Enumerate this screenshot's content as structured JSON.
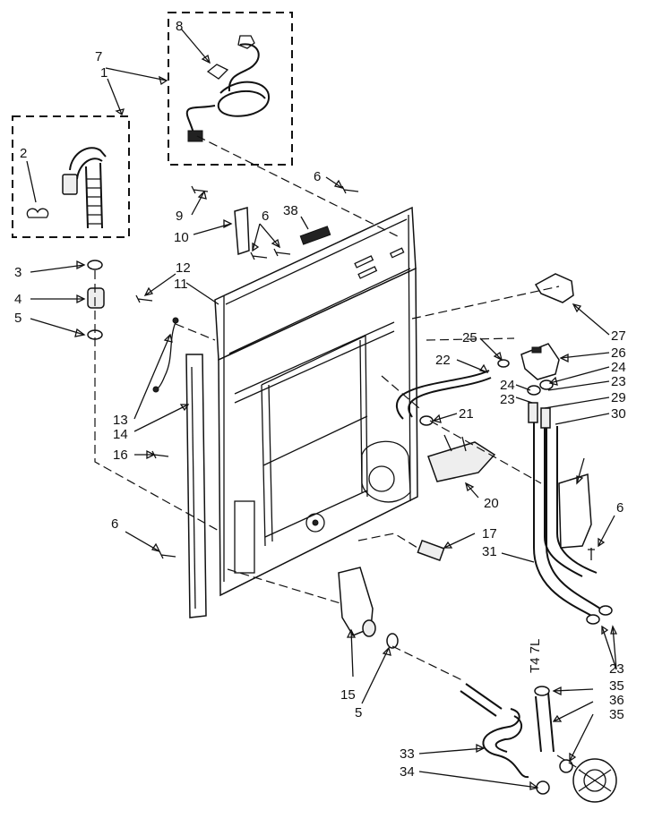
{
  "diagram": {
    "callouts": {
      "c1": "1",
      "c2": "2",
      "c3": "3",
      "c4": "4",
      "c5a": "5",
      "c5b": "5",
      "c6a": "6",
      "c6b": "6",
      "c6c": "6",
      "c6d": "6",
      "c7": "7",
      "c8": "8",
      "c9": "9",
      "c10": "10",
      "c11": "11",
      "c12": "12",
      "c13": "13",
      "c14": "14",
      "c15": "15",
      "c16": "16",
      "c17": "17",
      "c20": "20",
      "c21": "21",
      "c22": "22",
      "c23a": "23",
      "c23b": "23",
      "c23c": "23",
      "c24a": "24",
      "c24b": "24",
      "c25": "25",
      "c26": "26",
      "c27": "27",
      "c29": "29",
      "c30": "30",
      "c31": "31",
      "c33": "33",
      "c34": "34",
      "c35a": "35",
      "c35b": "35",
      "c36": "36",
      "c38": "38"
    },
    "small_mark": "T4 7L"
  }
}
